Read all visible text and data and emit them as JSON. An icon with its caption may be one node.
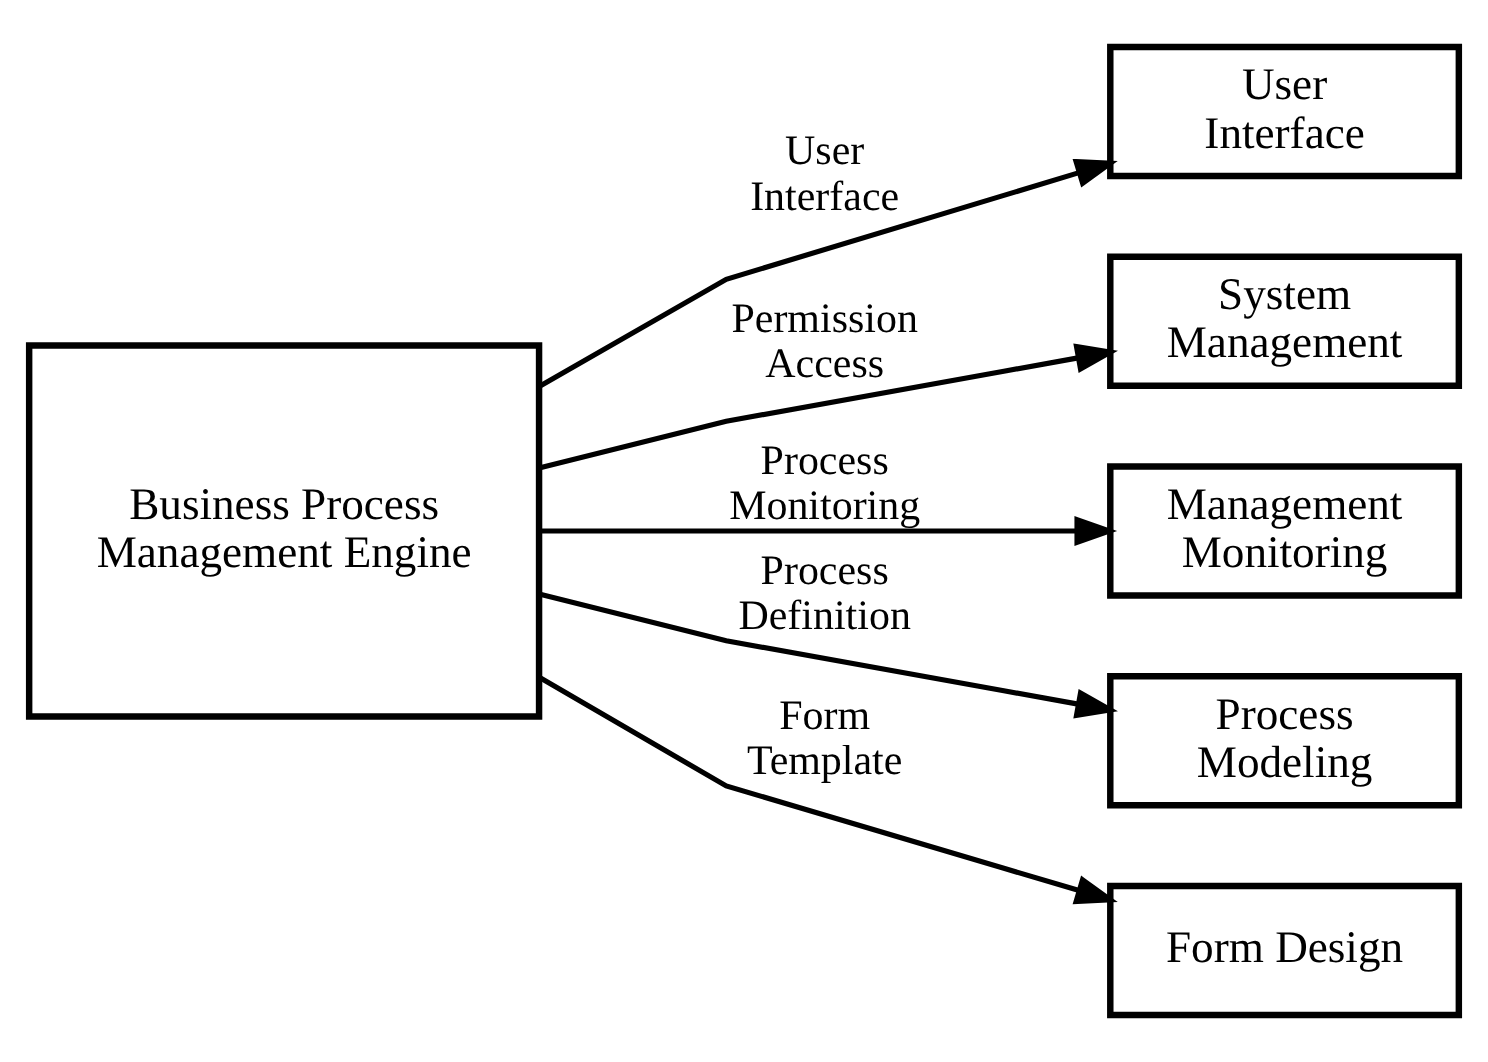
{
  "diagram": {
    "nodes": [
      {
        "text": [
          "Business Process Management Engine"
        ]
      },
      {
        "text": [
          "User Interface"
        ]
      },
      {
        "text": [
          "System Management"
        ]
      },
      {
        "text": [
          "Management Monitoring"
        ]
      },
      {
        "text": [
          "Process Modeling"
        ]
      },
      {
        "text": [
          "Form Design"
        ]
      }
    ],
    "edges": [
      {
        "from": 0,
        "to": 1,
        "arrow": "to",
        "label": "User Interface"
      },
      {
        "from": 0,
        "to": 2,
        "arrow": "to",
        "label": "Permission Access"
      },
      {
        "from": 0,
        "to": 3,
        "arrow": "to",
        "label": "Process Monitoring"
      },
      {
        "from": 0,
        "to": 4,
        "arrow": "to",
        "label": "Process Definition"
      },
      {
        "from": 0,
        "to": 5,
        "arrow": "to",
        "label": "Form Template"
      }
    ]
  }
}
